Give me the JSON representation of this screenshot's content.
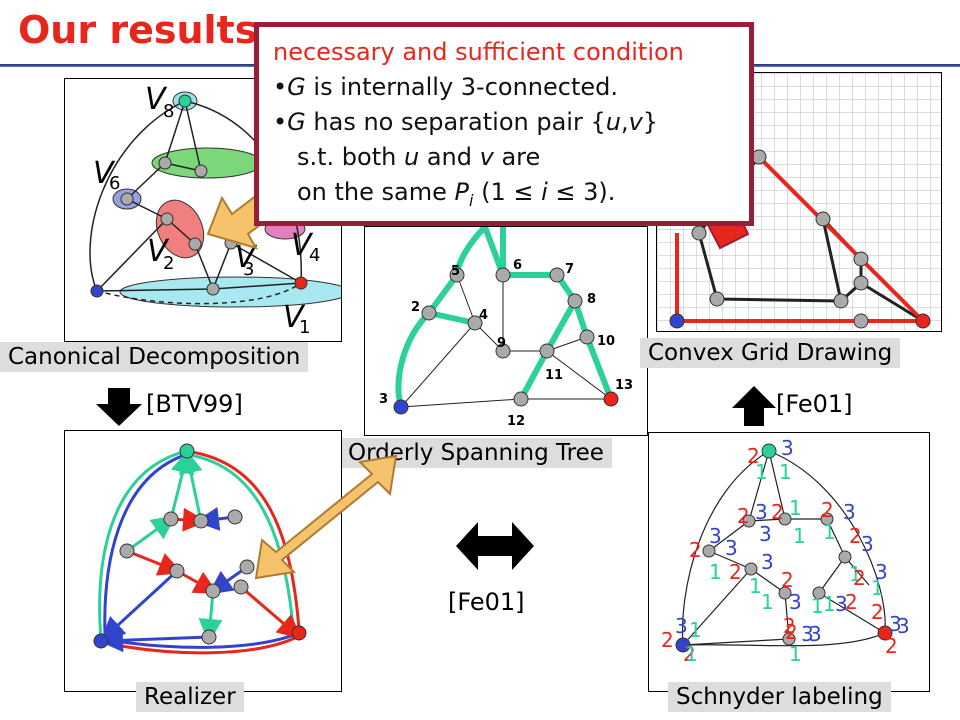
{
  "title": "Our results",
  "panels": {
    "canonical": {
      "label": "Canonical Decomposition",
      "labels": {
        "v8": "V",
        "v8s": "8",
        "v6": "V",
        "v6s": "6",
        "v2": "V",
        "v2s": "2",
        "v3": "V",
        "v3s": "3",
        "v4": "V",
        "v4s": "4",
        "v1": "V",
        "v1s": "1"
      }
    },
    "orderly": {
      "label": "Orderly Spanning Tree",
      "node_numbers": [
        "2",
        "3",
        "4",
        "5",
        "6",
        "7",
        "8",
        "9",
        "10",
        "11",
        "12",
        "13"
      ]
    },
    "convex": {
      "label": "Convex Grid Drawing"
    },
    "realizer": {
      "label": "Realizer"
    },
    "schnyder": {
      "label": "Schnyder labeling"
    }
  },
  "citations": {
    "btv": "[BTV99]",
    "fe_right": "[Fe01]",
    "fe_center": "[Fe01]"
  },
  "popup": {
    "heading": "necessary and sufficient condition",
    "line1_bullet": "•",
    "line1_g": "G",
    "line1_rest": " is internally 3-connected.",
    "line2_bullet": "•",
    "line2_g": "G",
    "line2_rest": " has no separation pair {",
    "line2_u": "u",
    "line2_comma": ",",
    "line2_v": "v",
    "line2_close": "}",
    "line3_a": "s.t. both ",
    "line3_u": "u",
    "line3_and": " and ",
    "line3_v": "v",
    "line3_are": " are",
    "line4_a": "on the same ",
    "line4_p": "P",
    "line4_i": "i",
    "line4_b": " (1 ≤ ",
    "line4_i2": "i",
    "line4_c": " ≤ 3)."
  },
  "schnyder_labels": [
    "3",
    "2",
    "1",
    "1",
    "2",
    "3",
    "2",
    "3",
    "1",
    "1",
    "2",
    "3",
    "1",
    "3",
    "2",
    "3",
    "1",
    "2",
    "1",
    "3",
    "2",
    "1",
    "3",
    "3",
    "2",
    "1",
    "2",
    "3",
    "2",
    "1",
    "3",
    "1",
    "1",
    "2",
    "3",
    "3",
    "2",
    "1",
    "2",
    "2",
    "3",
    "3",
    "1",
    "2",
    "3",
    "2",
    "1"
  ],
  "colors": {
    "accent": "#e8261c",
    "teal": "#2bd09a",
    "blue": "#3344cc",
    "red": "#e8261c",
    "popup_border": "#9b1c35",
    "arrow_fill": "#f5c36b",
    "arrow_stroke": "#b07a30"
  }
}
